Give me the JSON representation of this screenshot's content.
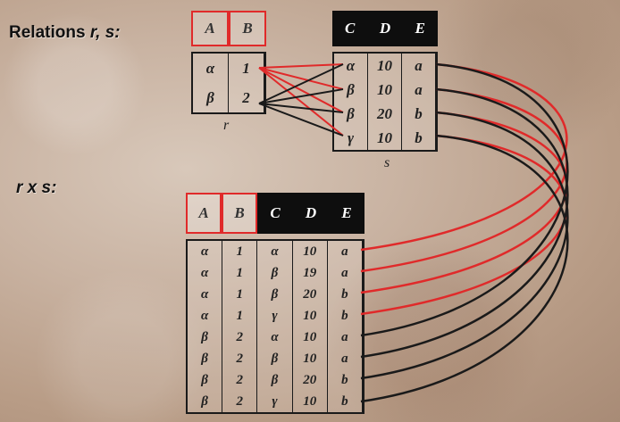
{
  "labels": {
    "relations": "Relations r, s:",
    "relations_plain": "Relations ",
    "relations_vars": "r, s:",
    "product": "r x s:"
  },
  "relation_r": {
    "name": "r",
    "columns": [
      "A",
      "B"
    ],
    "rows": [
      [
        "α",
        "1"
      ],
      [
        "β",
        "2"
      ]
    ]
  },
  "relation_s": {
    "name": "s",
    "columns": [
      "C",
      "D",
      "E"
    ],
    "rows": [
      [
        "α",
        "10",
        "a"
      ],
      [
        "β",
        "10",
        "a"
      ],
      [
        "β",
        "20",
        "b"
      ],
      [
        "γ",
        "10",
        "b"
      ]
    ]
  },
  "product": {
    "columns": [
      "A",
      "B",
      "C",
      "D",
      "E"
    ],
    "rows": [
      [
        "α",
        "1",
        "α",
        "10",
        "a"
      ],
      [
        "α",
        "1",
        "β",
        "19",
        "a"
      ],
      [
        "α",
        "1",
        "β",
        "20",
        "b"
      ],
      [
        "α",
        "1",
        "γ",
        "10",
        "b"
      ],
      [
        "β",
        "2",
        "α",
        "10",
        "a"
      ],
      [
        "β",
        "2",
        "β",
        "10",
        "a"
      ],
      [
        "β",
        "2",
        "β",
        "20",
        "b"
      ],
      [
        "β",
        "2",
        "γ",
        "10",
        "b"
      ]
    ]
  },
  "colors": {
    "red_link": "#e02a2a",
    "black_link": "#1a1a1a",
    "header_dark": "#0e0e0e"
  }
}
